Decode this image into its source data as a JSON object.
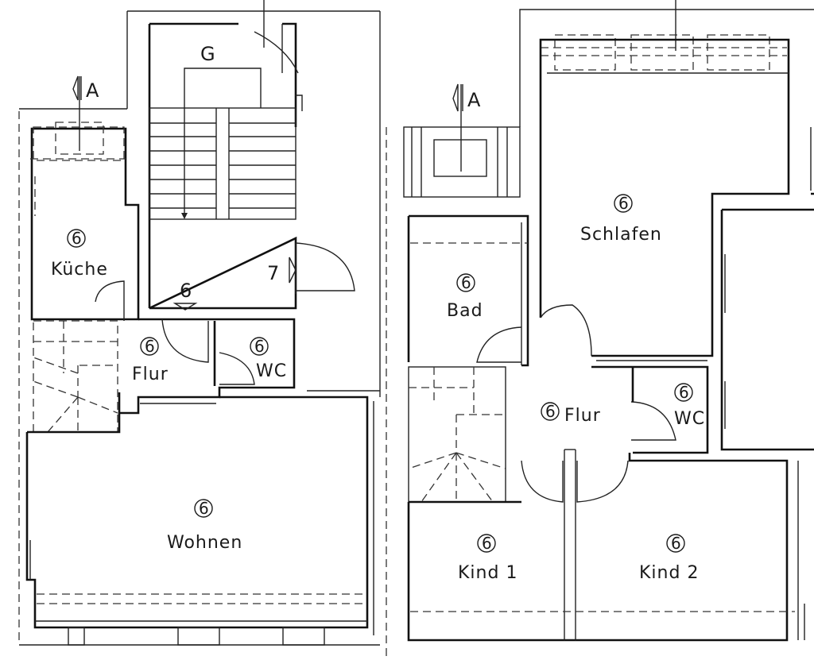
{
  "rooms": {
    "kueche": {
      "number": "6",
      "label": "Küche"
    },
    "flur_left": {
      "number": "6",
      "label": "Flur"
    },
    "wc_left": {
      "number": "6",
      "label": "WC"
    },
    "wohnen": {
      "number": "6",
      "label": "Wohnen"
    },
    "schlafen": {
      "number": "6",
      "label": "Schlafen"
    },
    "bad": {
      "number": "6",
      "label": "Bad"
    },
    "flur_right": {
      "number": "6",
      "label": "Flur"
    },
    "wc_right": {
      "number": "6",
      "label": "WC"
    },
    "kind1": {
      "number": "6",
      "label": "Kind  1"
    },
    "kind2": {
      "number": "6",
      "label": "Kind  2"
    }
  },
  "stair": {
    "label": "G",
    "level_6": "6",
    "level_7": "7"
  },
  "section_marks": {
    "left": "A",
    "right": "A"
  }
}
